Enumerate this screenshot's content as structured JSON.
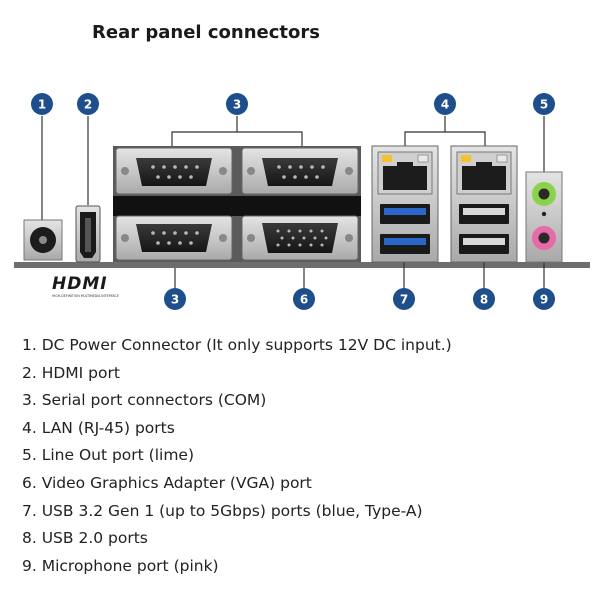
{
  "title": "Rear panel connectors",
  "hdmi_logo": "HDMI",
  "hdmi_logo_tagline": "HIGH-DEFINITION MULTIMEDIA INTERFACE",
  "callouts": [
    "1",
    "2",
    "3",
    "4",
    "5",
    "3",
    "6",
    "7",
    "8",
    "9"
  ],
  "legend": [
    "1.  DC Power Connector (It only supports 12V DC input.)",
    "2.  HDMI port",
    "3.  Serial port connectors (COM)",
    "4.  LAN (RJ-45) ports",
    "5.  Line Out port (lime)",
    "6.  Video Graphics Adapter (VGA) port",
    "7.  USB 3.2 Gen 1 (up to 5Gbps) ports (blue, Type-A)",
    "8.  USB 2.0 ports",
    "9.  Microphone port (pink)"
  ],
  "colors": {
    "callout": "#1f4e8c",
    "panel": "#707070",
    "usb3": "#2a67c8",
    "line_out": "#8bd14a",
    "mic": "#e86aa8",
    "led": "#f2c230"
  }
}
